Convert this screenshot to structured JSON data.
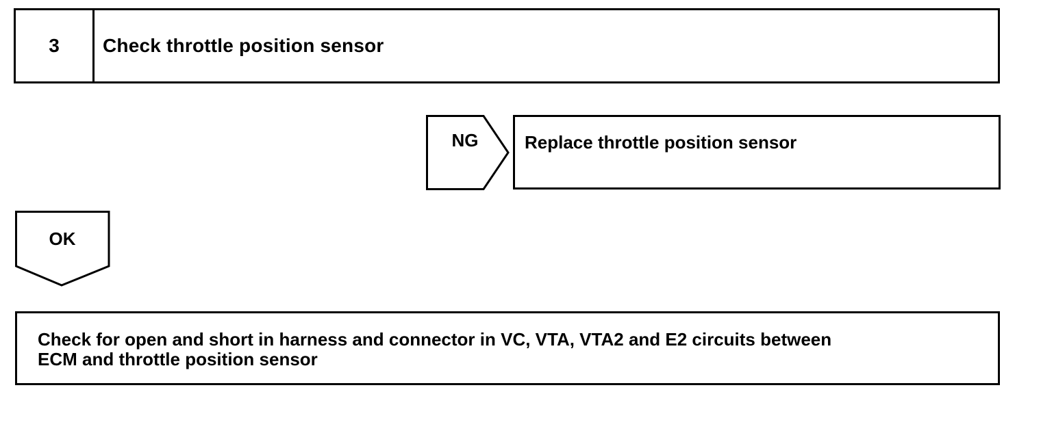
{
  "step": {
    "number": "3",
    "title": "Check throttle position sensor"
  },
  "ng_branch": {
    "label": "NG",
    "action": "Replace throttle position sensor"
  },
  "ok_branch": {
    "label": "OK"
  },
  "next_step": {
    "line1": "Check for open and short in harness and connector in VC, VTA, VTA2 and E2 circuits between",
    "line2": "ECM and throttle position sensor"
  }
}
